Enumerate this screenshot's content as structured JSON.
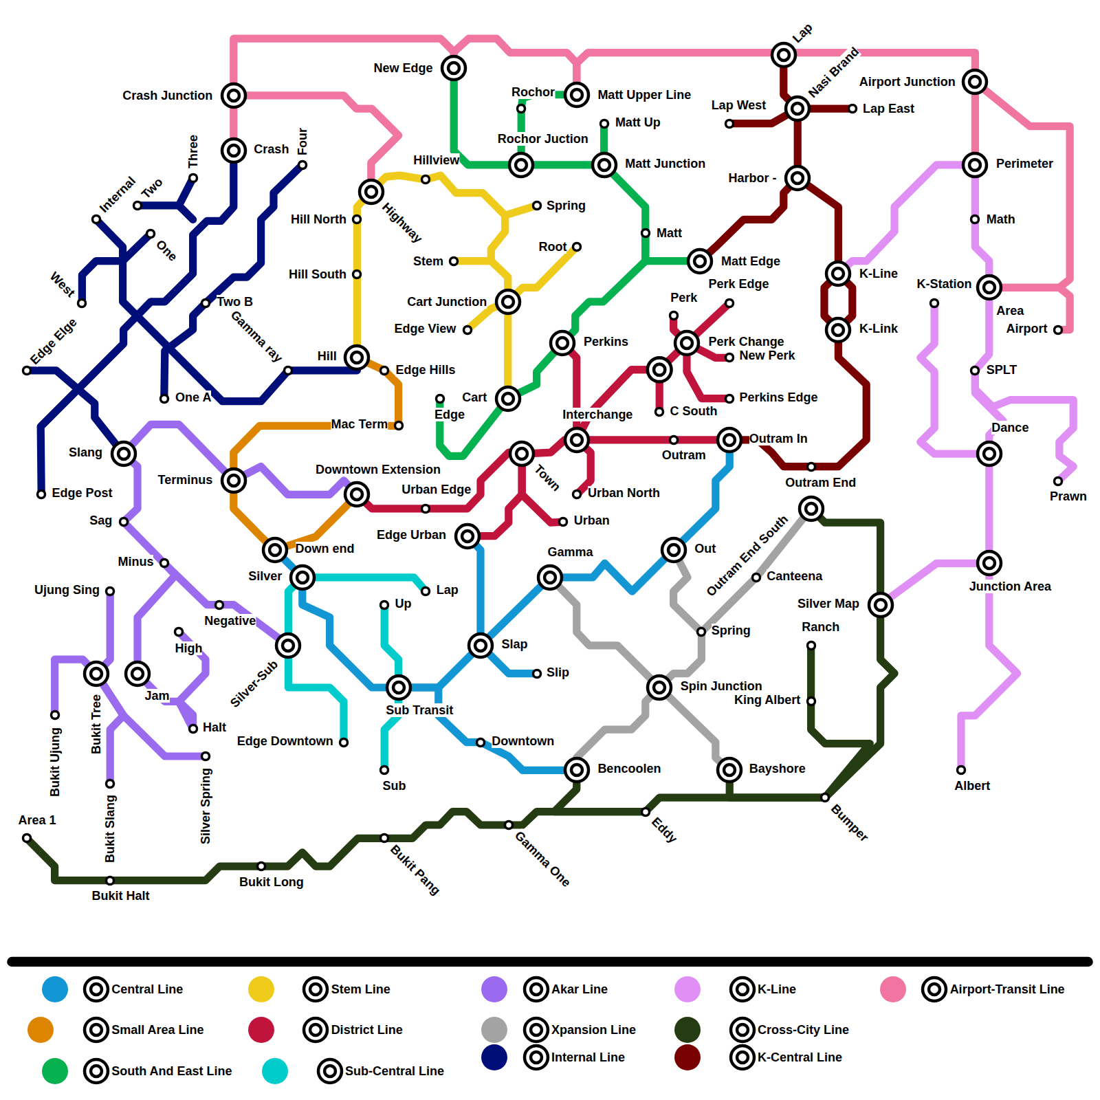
{
  "diagram": {
    "nodes": [
      {
        "text": [
          "Lap"
        ]
      },
      {
        "text": [
          "New Edge"
        ]
      },
      {
        "text": [
          "Airport Junction"
        ]
      },
      {
        "text": [
          "Crash Junction"
        ]
      },
      {
        "text": [
          "Matt Upper Line"
        ]
      },
      {
        "text": [
          "Rochor"
        ]
      },
      {
        "text": [
          "Nasi Brand"
        ]
      },
      {
        "text": [
          "Lap West"
        ]
      },
      {
        "text": [
          "Lap East"
        ]
      },
      {
        "text": [
          "Matt Up"
        ]
      },
      {
        "text": [
          "Crash"
        ]
      },
      {
        "text": [
          "Rochor Juction"
        ]
      },
      {
        "text": [
          "Matt Junction"
        ]
      },
      {
        "text": [
          "Perimeter"
        ]
      },
      {
        "text": [
          "Hillview"
        ]
      },
      {
        "text": [
          "Harbor -"
        ]
      },
      {
        "text": [
          "Highway"
        ]
      },
      {
        "text": [
          "Three"
        ]
      },
      {
        "text": [
          "Two"
        ]
      },
      {
        "text": [
          "Internal"
        ]
      },
      {
        "text": [
          "Four"
        ]
      },
      {
        "text": [
          "Spring"
        ]
      },
      {
        "text": [
          "Hill North"
        ]
      },
      {
        "text": [
          "Math"
        ]
      },
      {
        "text": [
          "One"
        ]
      },
      {
        "text": [
          "Matt"
        ]
      },
      {
        "text": [
          "Root"
        ]
      },
      {
        "text": [
          "Stem"
        ]
      },
      {
        "text": [
          "Matt Edge"
        ]
      },
      {
        "text": [
          "Hill South"
        ]
      },
      {
        "text": [
          "K-Line"
        ]
      },
      {
        "text": [
          "Perk Edge"
        ]
      },
      {
        "text": [
          "K-Station"
        ]
      },
      {
        "text": [
          "Area"
        ]
      },
      {
        "text": [
          "West"
        ]
      },
      {
        "text": [
          "Two B"
        ]
      },
      {
        "text": [
          "Perk"
        ]
      },
      {
        "text": [
          "Cart Junction"
        ]
      },
      {
        "text": [
          "Edge View"
        ]
      },
      {
        "text": [
          "Airport"
        ]
      },
      {
        "text": [
          "K-Link"
        ]
      },
      {
        "text": [
          "Perkins"
        ]
      },
      {
        "text": [
          "Perk Change"
        ]
      },
      {
        "text": [
          "New Perk"
        ]
      },
      {
        "text": [
          "Edge Elge"
        ]
      },
      {
        "text": [
          "Gamma ray"
        ]
      },
      {
        "text": [
          "Hill"
        ]
      },
      {
        "text": [
          "Edge Hills"
        ]
      },
      {
        "text": [
          "SPLT"
        ]
      },
      {
        "text": [
          "One A"
        ]
      },
      {
        "text": [
          "Edge"
        ]
      },
      {
        "text": [
          "Cart"
        ]
      },
      {
        "text": [
          "C South"
        ]
      },
      {
        "text": [
          "Perkins Edge"
        ]
      },
      {
        "text": [
          "Interchange"
        ]
      },
      {
        "text": [
          "Mac Term"
        ]
      },
      {
        "text": [
          "Dance"
        ]
      },
      {
        "text": [
          "Slang"
        ]
      },
      {
        "text": [
          "Outram"
        ]
      },
      {
        "text": [
          "Outram In"
        ]
      },
      {
        "text": [
          "Town"
        ]
      },
      {
        "text": [
          "Terminus"
        ]
      },
      {
        "text": [
          "Downtown Extension"
        ]
      },
      {
        "text": [
          "Urban Edge"
        ]
      },
      {
        "text": [
          "Urban North"
        ]
      },
      {
        "text": [
          "Edge Post"
        ]
      },
      {
        "text": [
          "Prawn"
        ]
      },
      {
        "text": [
          "Outram End"
        ]
      },
      {
        "text": [
          "Sag"
        ]
      },
      {
        "text": [
          "Urban"
        ]
      },
      {
        "text": [
          "Edge Urban"
        ]
      },
      {
        "text": [
          "Down end"
        ]
      },
      {
        "text": [
          "Outram End South"
        ]
      },
      {
        "text": [
          "Out"
        ]
      },
      {
        "text": [
          "Gamma"
        ]
      },
      {
        "text": [
          "Minus"
        ]
      },
      {
        "text": [
          "Junction Area"
        ]
      },
      {
        "text": [
          "Silver"
        ]
      },
      {
        "text": [
          "Canteena"
        ]
      },
      {
        "text": [
          "Lap"
        ]
      },
      {
        "text": [
          "Ujung Sing"
        ]
      },
      {
        "text": [
          "Up"
        ]
      },
      {
        "text": [
          "Negative"
        ]
      },
      {
        "text": [
          "Silver Map"
        ]
      },
      {
        "text": [
          "High"
        ]
      },
      {
        "text": [
          "Spring"
        ]
      },
      {
        "text": [
          "Slap"
        ]
      },
      {
        "text": [
          "Silver-Sub"
        ]
      },
      {
        "text": [
          "Ranch"
        ]
      },
      {
        "text": [
          "Slip"
        ]
      },
      {
        "text": [
          "Bukit Tree"
        ]
      },
      {
        "text": [
          "Jam"
        ]
      },
      {
        "text": [
          "Sub Transit"
        ]
      },
      {
        "text": [
          "Spin Junction"
        ]
      },
      {
        "text": [
          "King Albert"
        ]
      },
      {
        "text": [
          "Bukit Ujung"
        ]
      },
      {
        "text": [
          "Halt"
        ]
      },
      {
        "text": [
          "Edge Downtown"
        ]
      },
      {
        "text": [
          "Downtown"
        ]
      },
      {
        "text": [
          "Silver Spring"
        ]
      },
      {
        "text": [
          "Bukit Slang"
        ]
      },
      {
        "text": [
          "Bencoolen"
        ]
      },
      {
        "text": [
          "Bayshore"
        ]
      },
      {
        "text": [
          "Albert"
        ]
      },
      {
        "text": [
          "Sub"
        ]
      },
      {
        "text": [
          "Bumper"
        ]
      },
      {
        "text": [
          "Eddy"
        ]
      },
      {
        "text": [
          "Gamma One"
        ]
      },
      {
        "text": [
          "Area 1"
        ]
      },
      {
        "text": [
          "Bukit Pang"
        ]
      },
      {
        "text": [
          "Bukit Long"
        ]
      },
      {
        "text": [
          "Bukit Halt"
        ]
      }
    ],
    "edges": [
      {
        "from": 10,
        "to": 3,
        "arrow": "none"
      },
      {
        "from": 3,
        "to": 1,
        "arrow": "none"
      },
      {
        "from": 1,
        "to": 4,
        "arrow": "none"
      },
      {
        "from": 4,
        "to": 0,
        "arrow": "none"
      },
      {
        "from": 0,
        "to": 2,
        "arrow": "none"
      },
      {
        "from": 2,
        "to": 13,
        "arrow": "none"
      },
      {
        "from": 2,
        "to": 33,
        "arrow": "none"
      },
      {
        "from": 33,
        "to": 39,
        "arrow": "none"
      },
      {
        "from": 3,
        "to": 16,
        "arrow": "none"
      },
      {
        "from": 1,
        "to": 11,
        "arrow": "none"
      },
      {
        "from": 11,
        "to": 5,
        "arrow": "none"
      },
      {
        "from": 5,
        "to": 4,
        "arrow": "none"
      },
      {
        "from": 11,
        "to": 12,
        "arrow": "none"
      },
      {
        "from": 9,
        "to": 12,
        "arrow": "none"
      },
      {
        "from": 12,
        "to": 25,
        "arrow": "none"
      },
      {
        "from": 25,
        "to": 28,
        "arrow": "none"
      },
      {
        "from": 25,
        "to": 41,
        "arrow": "none"
      },
      {
        "from": 41,
        "to": 51,
        "arrow": "none"
      },
      {
        "from": 51,
        "to": 50,
        "arrow": "none"
      },
      {
        "from": 46,
        "to": 29,
        "arrow": "none"
      },
      {
        "from": 29,
        "to": 22,
        "arrow": "none"
      },
      {
        "from": 22,
        "to": 16,
        "arrow": "none"
      },
      {
        "from": 16,
        "to": 14,
        "arrow": "none"
      },
      {
        "from": 14,
        "to": 21,
        "arrow": "none"
      },
      {
        "from": 27,
        "to": 37,
        "arrow": "none"
      },
      {
        "from": 26,
        "to": 37,
        "arrow": "none"
      },
      {
        "from": 38,
        "to": 37,
        "arrow": "none"
      },
      {
        "from": 37,
        "to": 51,
        "arrow": "none"
      },
      {
        "from": 10,
        "to": 65,
        "arrow": "none"
      },
      {
        "from": 18,
        "to": 17,
        "arrow": "none"
      },
      {
        "from": 19,
        "to": 45,
        "arrow": "none"
      },
      {
        "from": 45,
        "to": 46,
        "arrow": "none"
      },
      {
        "from": 24,
        "to": 34,
        "arrow": "none"
      },
      {
        "from": 44,
        "to": 57,
        "arrow": "none"
      },
      {
        "from": 20,
        "to": 35,
        "arrow": "none"
      },
      {
        "from": 35,
        "to": 49,
        "arrow": "none"
      },
      {
        "from": 46,
        "to": 47,
        "arrow": "none"
      },
      {
        "from": 47,
        "to": 55,
        "arrow": "none"
      },
      {
        "from": 55,
        "to": 61,
        "arrow": "none"
      },
      {
        "from": 61,
        "to": 71,
        "arrow": "none"
      },
      {
        "from": 71,
        "to": 62,
        "arrow": "none"
      },
      {
        "from": 57,
        "to": 61,
        "arrow": "none"
      },
      {
        "from": 61,
        "to": 62,
        "arrow": "none"
      },
      {
        "from": 57,
        "to": 68,
        "arrow": "none"
      },
      {
        "from": 68,
        "to": 75,
        "arrow": "none"
      },
      {
        "from": 75,
        "to": 82,
        "arrow": "none"
      },
      {
        "from": 82,
        "to": 87,
        "arrow": "none"
      },
      {
        "from": 75,
        "to": 91,
        "arrow": "none"
      },
      {
        "from": 80,
        "to": 90,
        "arrow": "none"
      },
      {
        "from": 95,
        "to": 90,
        "arrow": "none"
      },
      {
        "from": 90,
        "to": 100,
        "arrow": "none"
      },
      {
        "from": 90,
        "to": 99,
        "arrow": "none"
      },
      {
        "from": 84,
        "to": 96,
        "arrow": "none"
      },
      {
        "from": 91,
        "to": 96,
        "arrow": "none"
      },
      {
        "from": 77,
        "to": 79,
        "arrow": "none"
      },
      {
        "from": 77,
        "to": 87,
        "arrow": "none"
      },
      {
        "from": 87,
        "to": 97,
        "arrow": "none"
      },
      {
        "from": 81,
        "to": 92,
        "arrow": "none"
      },
      {
        "from": 92,
        "to": 104,
        "arrow": "none"
      },
      {
        "from": 71,
        "to": 77,
        "arrow": "none"
      },
      {
        "from": 77,
        "to": 92,
        "arrow": "none"
      },
      {
        "from": 92,
        "to": 86,
        "arrow": "none"
      },
      {
        "from": 86,
        "to": 74,
        "arrow": "none"
      },
      {
        "from": 74,
        "to": 73,
        "arrow": "none"
      },
      {
        "from": 73,
        "to": 59,
        "arrow": "none"
      },
      {
        "from": 86,
        "to": 89,
        "arrow": "none"
      },
      {
        "from": 70,
        "to": 86,
        "arrow": "none"
      },
      {
        "from": 92,
        "to": 98,
        "arrow": "none"
      },
      {
        "from": 98,
        "to": 101,
        "arrow": "none"
      },
      {
        "from": 62,
        "to": 63,
        "arrow": "none"
      },
      {
        "from": 63,
        "to": 60,
        "arrow": "none"
      },
      {
        "from": 60,
        "to": 54,
        "arrow": "none"
      },
      {
        "from": 54,
        "to": 58,
        "arrow": "none"
      },
      {
        "from": 58,
        "to": 59,
        "arrow": "none"
      },
      {
        "from": 60,
        "to": 70,
        "arrow": "none"
      },
      {
        "from": 60,
        "to": 69,
        "arrow": "none"
      },
      {
        "from": 54,
        "to": 64,
        "arrow": "none"
      },
      {
        "from": 41,
        "to": 54,
        "arrow": "none"
      },
      {
        "from": 54,
        "to": 42,
        "arrow": "none"
      },
      {
        "from": 54,
        "to": 52,
        "arrow": "none"
      },
      {
        "from": 36,
        "to": 42,
        "arrow": "none"
      },
      {
        "from": 42,
        "to": 31,
        "arrow": "none"
      },
      {
        "from": 42,
        "to": 43,
        "arrow": "none"
      },
      {
        "from": 42,
        "to": 53,
        "arrow": "none"
      },
      {
        "from": 0,
        "to": 6,
        "arrow": "none"
      },
      {
        "from": 7,
        "to": 6,
        "arrow": "none"
      },
      {
        "from": 6,
        "to": 8,
        "arrow": "none"
      },
      {
        "from": 6,
        "to": 15,
        "arrow": "none"
      },
      {
        "from": 15,
        "to": 28,
        "arrow": "none"
      },
      {
        "from": 15,
        "to": 30,
        "arrow": "none"
      },
      {
        "from": 30,
        "to": 40,
        "arrow": "none"
      },
      {
        "from": 40,
        "to": 67,
        "arrow": "none"
      },
      {
        "from": 67,
        "to": 59,
        "arrow": "none"
      },
      {
        "from": 13,
        "to": 30,
        "arrow": "none"
      },
      {
        "from": 13,
        "to": 23,
        "arrow": "none"
      },
      {
        "from": 23,
        "to": 33,
        "arrow": "none"
      },
      {
        "from": 33,
        "to": 48,
        "arrow": "none"
      },
      {
        "from": 48,
        "to": 56,
        "arrow": "none"
      },
      {
        "from": 32,
        "to": 56,
        "arrow": "none"
      },
      {
        "from": 48,
        "to": 66,
        "arrow": "none"
      },
      {
        "from": 56,
        "to": 76,
        "arrow": "none"
      },
      {
        "from": 76,
        "to": 103,
        "arrow": "none"
      },
      {
        "from": 76,
        "to": 83,
        "arrow": "none"
      },
      {
        "from": 72,
        "to": 78,
        "arrow": "none"
      },
      {
        "from": 78,
        "to": 85,
        "arrow": "none"
      },
      {
        "from": 73,
        "to": 85,
        "arrow": "none"
      },
      {
        "from": 85,
        "to": 93,
        "arrow": "none"
      },
      {
        "from": 74,
        "to": 93,
        "arrow": "none"
      },
      {
        "from": 93,
        "to": 101,
        "arrow": "none"
      },
      {
        "from": 93,
        "to": 102,
        "arrow": "none"
      },
      {
        "from": 108,
        "to": 111,
        "arrow": "none"
      },
      {
        "from": 111,
        "to": 110,
        "arrow": "none"
      },
      {
        "from": 110,
        "to": 109,
        "arrow": "none"
      },
      {
        "from": 109,
        "to": 107,
        "arrow": "none"
      },
      {
        "from": 107,
        "to": 106,
        "arrow": "none"
      },
      {
        "from": 101,
        "to": 106,
        "arrow": "none"
      },
      {
        "from": 106,
        "to": 105,
        "arrow": "none"
      },
      {
        "from": 102,
        "to": 105,
        "arrow": "none"
      },
      {
        "from": 105,
        "to": 83,
        "arrow": "none"
      },
      {
        "from": 83,
        "to": 72,
        "arrow": "none"
      },
      {
        "from": 88,
        "to": 94,
        "arrow": "none"
      },
      {
        "from": 94,
        "to": 105,
        "arrow": "none"
      }
    ],
    "legend": [
      {
        "text": "Central Line",
        "color": "#1296d4"
      },
      {
        "text": "Stem Line",
        "color": "#efcb1b"
      },
      {
        "text": "Akar Line",
        "color": "#9b6bef"
      },
      {
        "text": "K-Line",
        "color": "#e090f5"
      },
      {
        "text": "Airport-Transit Line",
        "color": "#f075a0"
      },
      {
        "text": "Small Area Line",
        "color": "#dd8500"
      },
      {
        "text": "District Line",
        "color": "#c0143c"
      },
      {
        "text": "Xpansion Line",
        "color": "#a3a3a3"
      },
      {
        "text": "Cross-City Line",
        "color": "#253c12"
      },
      {
        "text": "Internal Line",
        "color": "#000e7a"
      },
      {
        "text": "K-Central Line",
        "color": "#780000"
      },
      {
        "text": "South And East Line",
        "color": "#06b150"
      },
      {
        "text": "Sub-Central Line",
        "color": "#00cccc"
      }
    ]
  }
}
